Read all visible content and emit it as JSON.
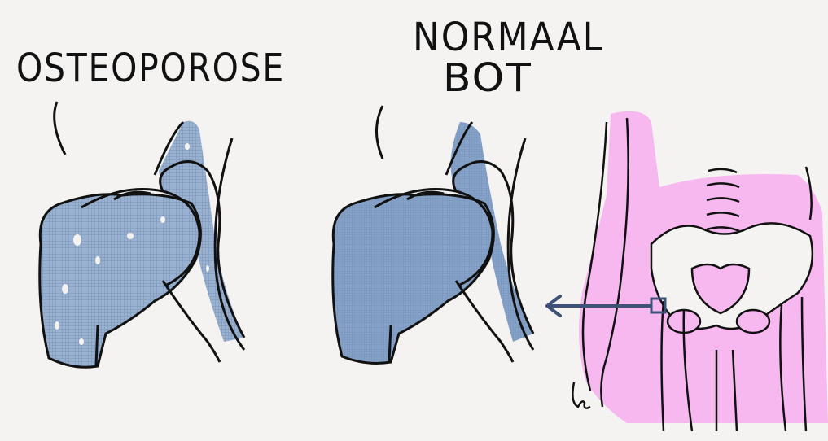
{
  "labels": {
    "left_title": "OSTEOPOROSE",
    "middle_title_line1": "NORMAAL",
    "middle_title_line2": "BOT"
  },
  "colors": {
    "background": "#f4f3f2",
    "bone_fill": "#7f9dc3",
    "skin": "#f7b7ef",
    "ink": "#111111",
    "arrow": "#3e5277"
  },
  "icons": [
    "hip-joint-osteoporosis",
    "hip-joint-normal",
    "pelvis-skeleton",
    "pointer-arrow"
  ]
}
